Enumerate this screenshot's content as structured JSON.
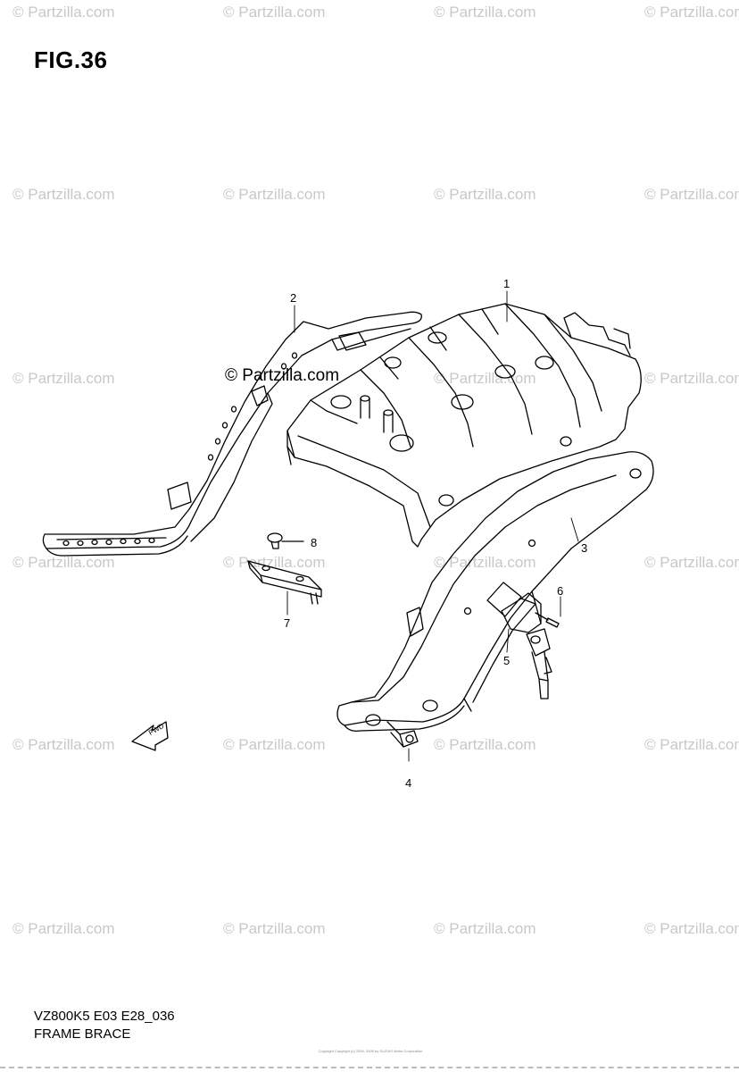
{
  "figure": {
    "title": "FIG.36",
    "model_code": "VZ800K5 E03 E28_036",
    "caption": "FRAME BRACE",
    "copyright_note": "Copyright Copyright (c) 2004, 2005 by SUZUKI Motor Corporation"
  },
  "watermark": {
    "text": "© Partzilla.com",
    "overlay_text": "© Partzilla.com"
  },
  "callouts": [
    "1",
    "2",
    "3",
    "4",
    "5",
    "6",
    "7",
    "8"
  ],
  "fwd_label": "FWD",
  "colors": {
    "line": "#000000",
    "watermark": "#c8c8c8"
  }
}
